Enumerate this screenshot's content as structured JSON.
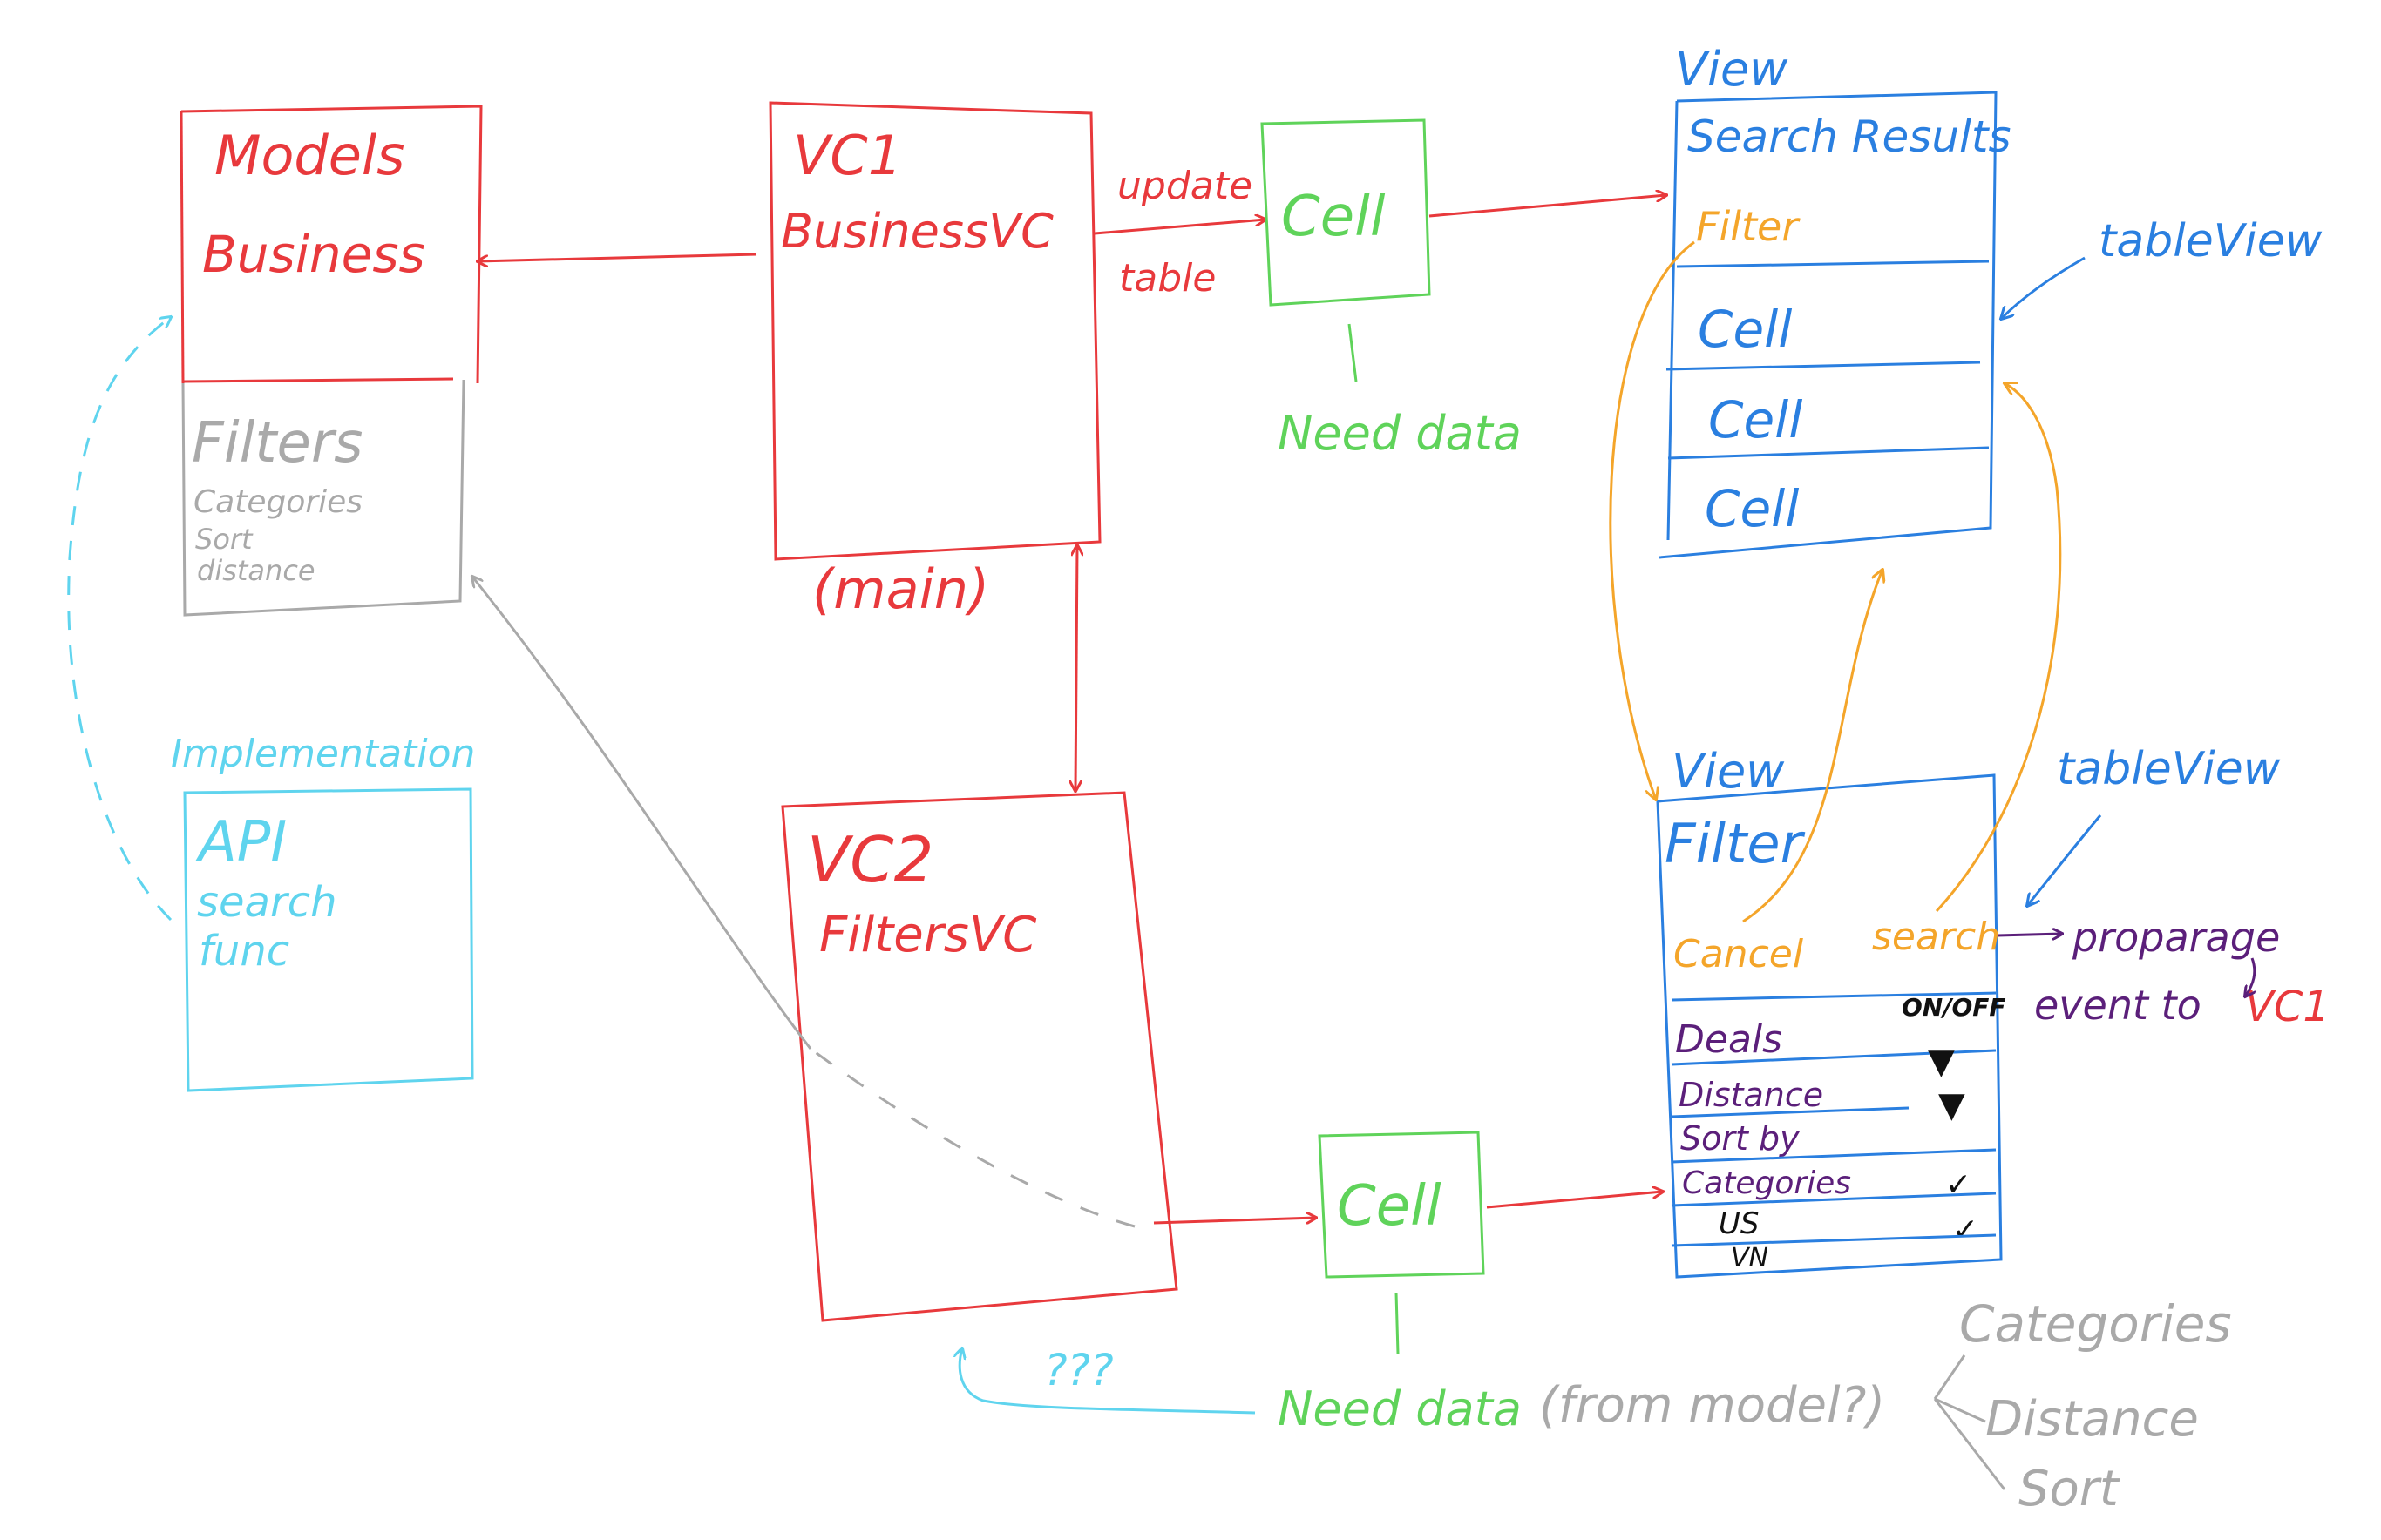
{
  "colors": {
    "red": "#e8393c",
    "green": "#5fd35a",
    "blue": "#2a7fe0",
    "cyan": "#5fd4ee",
    "orange": "#f4a52a",
    "gray": "#a9a9a9",
    "purple": "#5b1f7a",
    "black": "#111111"
  },
  "models": {
    "title": "Models",
    "business": "Business",
    "filters": "Filters",
    "categories": "Categories",
    "sort": "Sort",
    "distance": "distance"
  },
  "implementation": {
    "title": "Implementation",
    "api": "API",
    "search": "search",
    "func": "func"
  },
  "vc1": {
    "title": "VC1",
    "name": "BusinessVC",
    "main": "(main)",
    "update": "update",
    "table": "table"
  },
  "vc2": {
    "title": "VC2",
    "name": "FiltersVC"
  },
  "cell_top": {
    "label": "Cell",
    "need": "Need data"
  },
  "cell_bottom": {
    "label": "Cell",
    "need": "Need data",
    "from_model": "(from model?)",
    "question": "???",
    "branches": [
      "Categories",
      "Distance",
      "Sort"
    ]
  },
  "view_search": {
    "view_label": "View",
    "title": "Search Results",
    "filter": "Filter",
    "cells": [
      "Cell",
      "Cell",
      "Cell"
    ],
    "table_view": "tableView"
  },
  "view_filter": {
    "view_label": "View",
    "title": "Filter",
    "cancel": "Cancel",
    "search": "search",
    "table_view": "tableView",
    "propagate": "proparage",
    "event_to": "event to",
    "vc1_ref": "VC1",
    "rows": {
      "deals": "Deals",
      "on_off": "ON/OFF",
      "distance": "Distance",
      "sort_by": "Sort by",
      "categories": "Categories",
      "us": "US",
      "vn": "VN"
    },
    "marks": {
      "dropdown": "▼",
      "check": "✓"
    }
  }
}
